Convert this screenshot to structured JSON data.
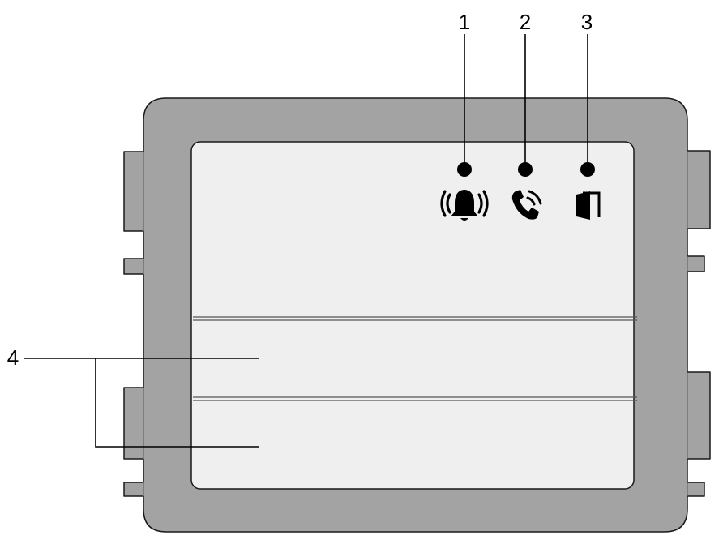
{
  "callouts": {
    "led_alarm": "1",
    "led_call": "2",
    "led_door": "3",
    "label_areas": "4"
  },
  "icons": {
    "led_alarm": "alarm-bell-icon",
    "led_call": "phone-ringing-icon",
    "led_door": "door-open-icon"
  },
  "colors": {
    "frame": "#a3a3a3",
    "panel": "#efefef",
    "outline": "#1a1a1a",
    "led": "#000000"
  }
}
